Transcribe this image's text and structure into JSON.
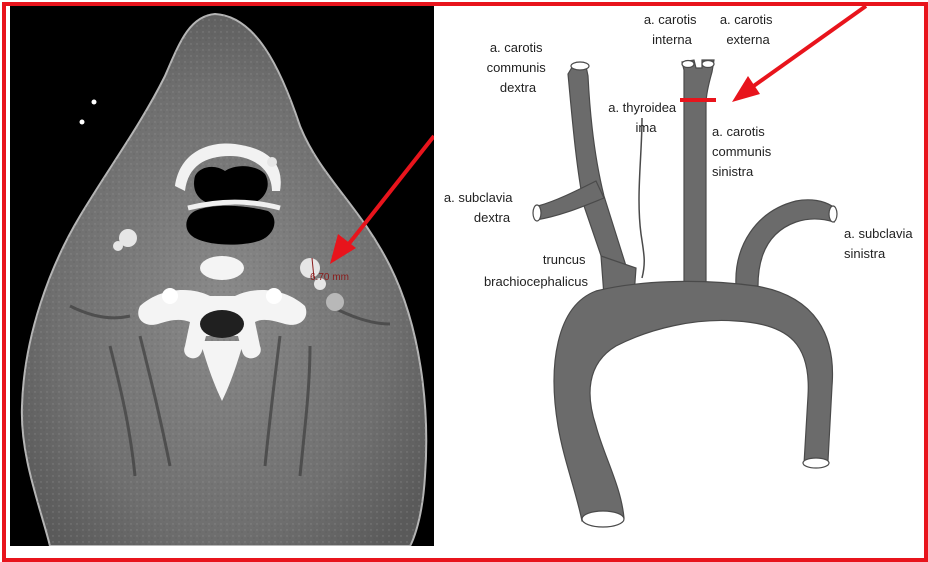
{
  "measurement": {
    "text": "6.70 mm"
  },
  "labels": {
    "carotis_interna": [
      "a. carotis",
      "interna"
    ],
    "carotis_externa": [
      "a. carotis",
      "externa"
    ],
    "carotis_communis_dextra": [
      "a. carotis",
      "communis",
      "dextra"
    ],
    "thyroidea_ima": [
      "a. thyroidea",
      "ima"
    ],
    "carotis_communis_sinistra": [
      "a. carotis",
      "communis",
      "sinistra"
    ],
    "subclavia_dextra": [
      "a. subclavia",
      "dextra"
    ],
    "subclavia_sinistra": [
      "a. subclavia",
      "sinistra"
    ],
    "truncus_brachiocephalicus": [
      "truncus",
      "brachiocephalicus"
    ]
  },
  "colors": {
    "frame": "#e8141c",
    "arrow": "#e8141c",
    "vessel": "#6b6b6b",
    "measurement_text": "#8a1a1a"
  }
}
